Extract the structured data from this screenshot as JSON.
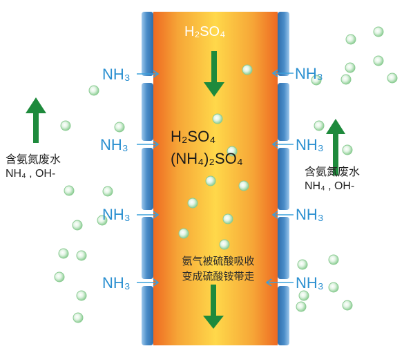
{
  "colors": {
    "membrane_blue": "#4a8cc8",
    "acid_orange": "#f08a2a",
    "acid_yellow": "#ffd84a",
    "arrow_green": "#1e8a3c",
    "label_blue": "#2a8fd0",
    "bubble_green": "#9fd7a4"
  },
  "icons": [
    "up-arrow-icon",
    "down-arrow-icon",
    "left-arrow-icon",
    "right-arrow-icon",
    "bubble-icon"
  ],
  "center": {
    "acid_top": "H₂SO₄",
    "acid_mid": "H₂SO₄",
    "product": "(NH₄)₂SO₄",
    "note_line1": "氨气被硫酸吸收",
    "note_line2": "变成硫酸铵带走"
  },
  "left": {
    "nh3_labels": [
      "NH₃",
      "NH₃",
      "NH₃",
      "NH₃"
    ],
    "wastewater_title": "含氨氮废水",
    "wastewater_ions": "NH₄ , OH-"
  },
  "right": {
    "nh3_labels": [
      "NH₃",
      "NH₃",
      "NH₃",
      "NH₃"
    ],
    "wastewater_title": "含氨氮废水",
    "wastewater_ions": "NH₄ , OH-"
  }
}
